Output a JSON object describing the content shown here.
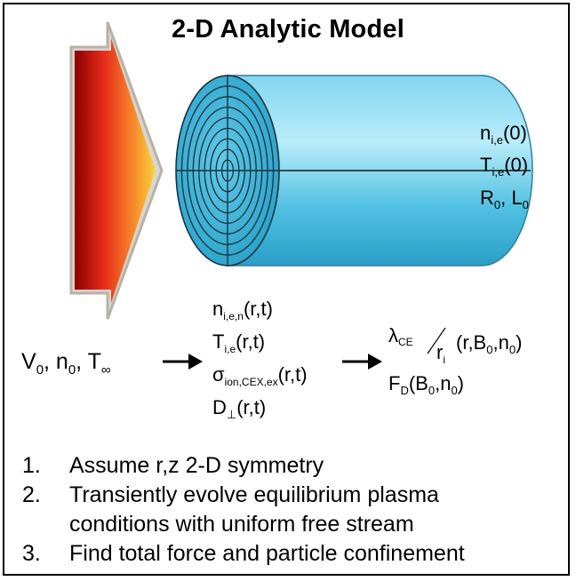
{
  "title": "2-D Analytic Model",
  "colors": {
    "cylinder_fill": "#35b1d6",
    "cylinder_face": "#3fb5da",
    "arrow_dark": "#8b0000",
    "arrow_red": "#e52a1a",
    "arrow_yellow": "#f9d53a",
    "arrow_outline": "#b9b1a5"
  },
  "cylinder_params": [
    {
      "sym": "n",
      "sub": "i,e",
      "args": "(0)"
    },
    {
      "sym": "T",
      "sub": "i,e",
      "args": "(0)"
    },
    {
      "sym": "R",
      "sub": "0",
      "args": ", L",
      "sub2": "0"
    }
  ],
  "inputs": {
    "v": "V",
    "v_sub": "0",
    "n": ", n",
    "n_sub": "0",
    "t": ", T",
    "t_sub": "∞"
  },
  "profiles": [
    {
      "sym": "n",
      "sub": "i,e,n",
      "args": "(r,t)"
    },
    {
      "sym": "T",
      "sub": "i,e",
      "args": "(r,t)"
    },
    {
      "sym": "σ",
      "sub": "ion,CEX,ex",
      "args": "(r,t)"
    },
    {
      "sym": "D",
      "sub": "⊥",
      "args": "(r,t)"
    }
  ],
  "outputs": {
    "lambda": "λ",
    "lambda_sub": "CE",
    "r": "r",
    "r_sub": "i",
    "lambda_args": "(r,B",
    "lambda_args_sub": "0",
    "lambda_args_end": ",n",
    "lambda_args_sub2": "0",
    "lambda_args_close": ")",
    "force": "F",
    "force_sub": "D",
    "force_args": "(B",
    "force_args_sub": "0",
    "force_args_mid": ",n",
    "force_args_sub2": "0",
    "force_args_close": ")"
  },
  "arrows": [
    "arrow-1",
    "arrow-2"
  ],
  "notes": [
    {
      "num": "1.",
      "text": "Assume r,z 2-D symmetry"
    },
    {
      "num": "2.",
      "text": "Transiently evolve equilibrium plasma\nconditions with uniform free stream"
    },
    {
      "num": "3.",
      "text": "Find total force and particle confinement"
    }
  ]
}
